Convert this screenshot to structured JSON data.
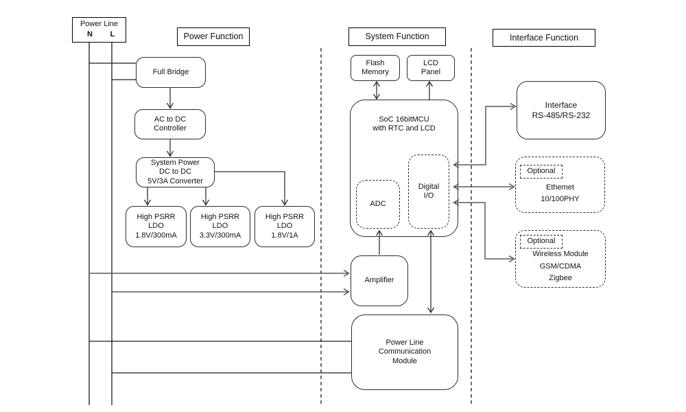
{
  "diagram": {
    "power_line_box": {
      "title": "Power Line",
      "n": "N",
      "l": "L"
    },
    "sections": {
      "power": "Power Function",
      "system": "System Function",
      "interface": "Interface Function"
    },
    "power": {
      "full_bridge": "Full Bridge",
      "ac_dc_controller": "AC to DC\nController",
      "system_power": "System Power\nDC to DC\n5V/3A Converter",
      "ldo_18_300": "High PSRR\nLDO\n1.8V/300mA",
      "ldo_33_300": "High PSRR\nLDO\n3.3V/300mA",
      "ldo_18_1a": "High PSRR\nLDO\n1.8V/1A"
    },
    "system": {
      "flash_memory": "Flash\nMemory",
      "lcd_panel": "LCD\nPanel",
      "soc": "SoC 16bitMCU\nwith RTC and LCD",
      "adc": "ADC",
      "digital_io": "Digital\nI/O",
      "amplifier": "Amplifier",
      "plc_module": "Power Line\nCommunication\nModule"
    },
    "interface": {
      "rs_interface": "Interface\nRS-485/RS-232",
      "optional_label": "Optional",
      "ethernet": "Ethemet\n10/100PHY",
      "wireless": "Wireless Module\nGSM/CDMA\nZigbee"
    },
    "colors": {
      "line": "#1a1a1a",
      "connector_gray": "#595959"
    }
  }
}
